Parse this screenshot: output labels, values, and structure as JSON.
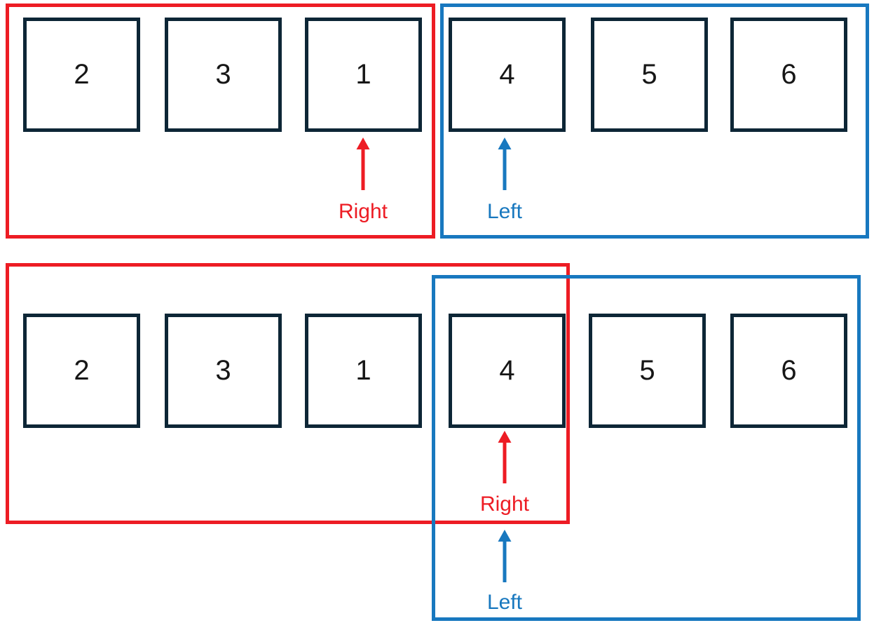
{
  "colors": {
    "red_region": "#ed1c24",
    "blue_region": "#1878bf",
    "cell_border": "#0d2636",
    "cell_text": "#161616",
    "background": "#ffffff"
  },
  "step1": {
    "right_group": {
      "cells": [
        "2",
        "3",
        "1"
      ],
      "pointer_label": "Right"
    },
    "left_group": {
      "cells": [
        "4",
        "5",
        "6"
      ],
      "pointer_label": "Left"
    }
  },
  "step2": {
    "cells": [
      "2",
      "3",
      "1",
      "4",
      "5",
      "6"
    ],
    "right_pointer_label": "Right",
    "left_pointer_label": "Left"
  },
  "icons": {
    "up_arrow": "up-arrow"
  }
}
